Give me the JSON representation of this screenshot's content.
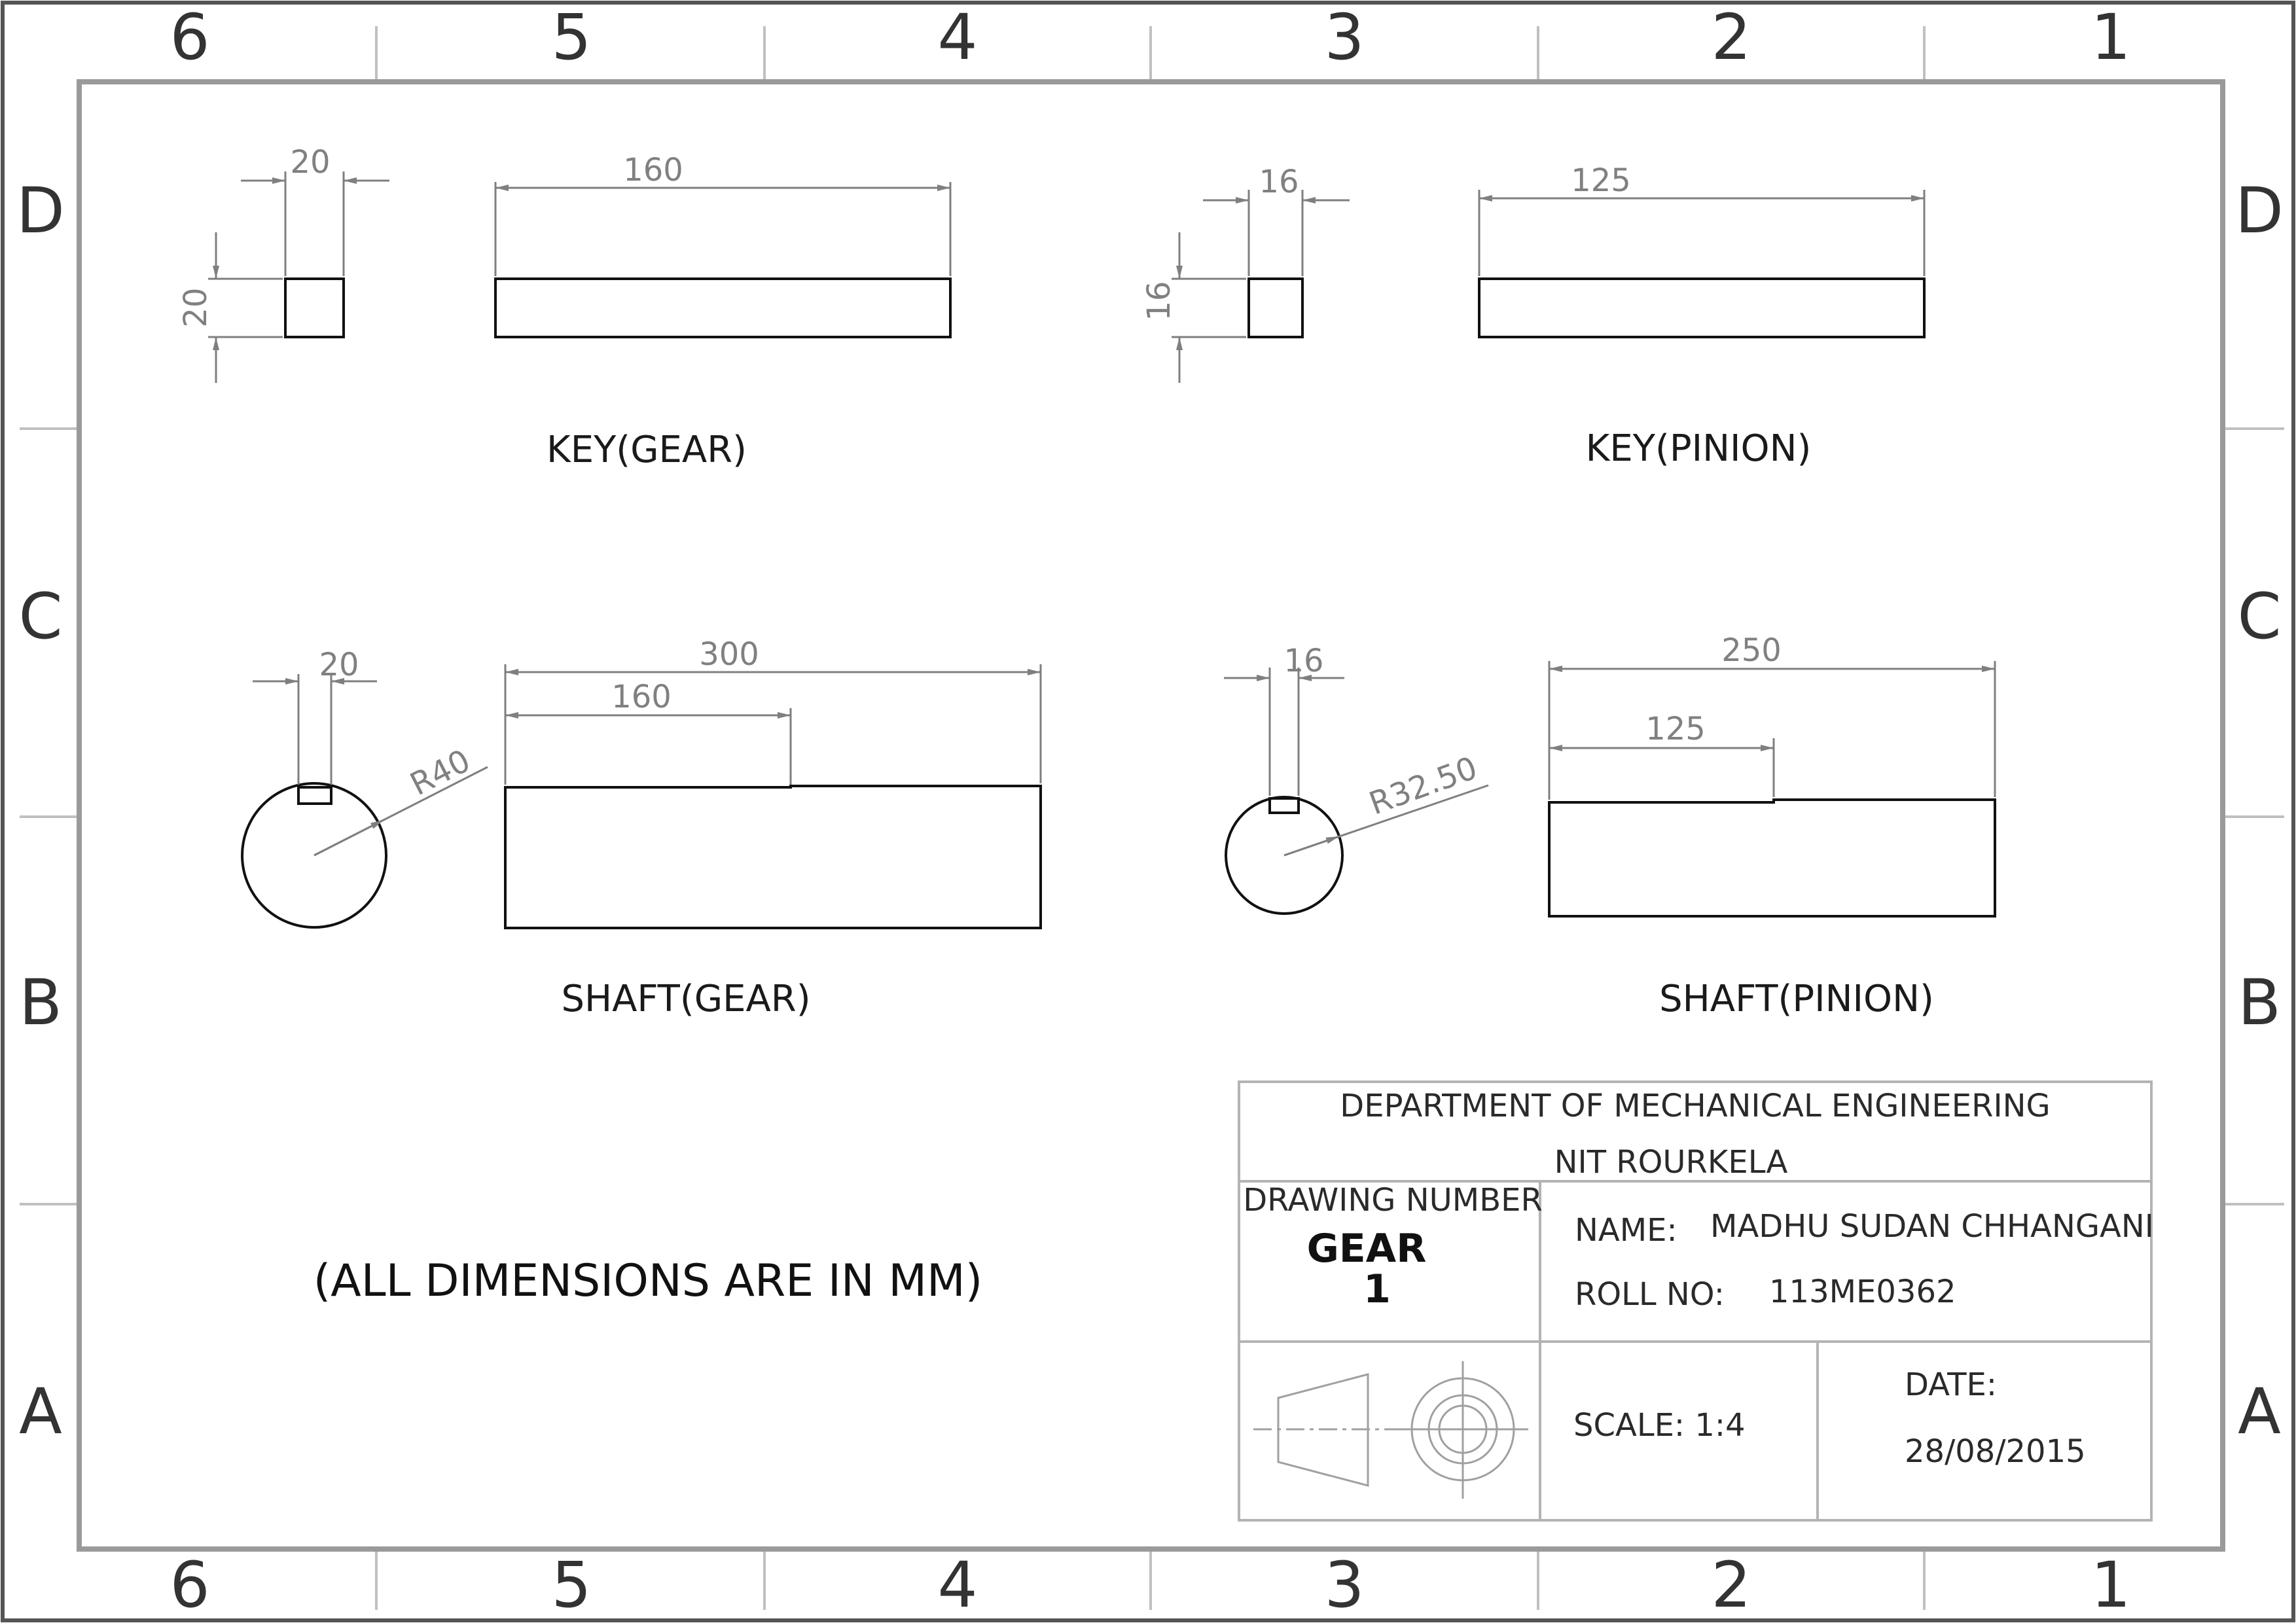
{
  "sheet": {
    "column_labels": [
      "6",
      "5",
      "4",
      "3",
      "2",
      "1"
    ],
    "row_labels": [
      "D",
      "C",
      "B",
      "A"
    ]
  },
  "views": {
    "key_gear": {
      "caption": "KEY(GEAR)",
      "width": "20",
      "height": "20",
      "length": "160"
    },
    "key_pinion": {
      "caption": "KEY(PINION)",
      "width": "16",
      "height": "16",
      "length": "125"
    },
    "shaft_gear": {
      "caption": "SHAFT(GEAR)",
      "keyway_width": "20",
      "radius": "R40",
      "length": "300",
      "keyway_length": "160"
    },
    "shaft_pinion": {
      "caption": "SHAFT(PINION)",
      "keyway_width": "16",
      "radius": "R32.50",
      "length": "250",
      "keyway_length": "125"
    }
  },
  "note": "(ALL DIMENSIONS ARE IN MM)",
  "title_block": {
    "department": "DEPARTMENT OF MECHANICAL ENGINEERING",
    "institute": "NIT ROURKELA",
    "drawing_number_label": "DRAWING NUMBER",
    "drawing_name": "GEAR",
    "drawing_index": "1",
    "name_label": "NAME:",
    "name_value": "MADHU SUDAN CHHANGANI",
    "roll_label": "ROLL NO:",
    "roll_value": "113ME0362",
    "scale_label": "SCALE: 1:4",
    "date_label": "DATE:",
    "date_value": "28/08/2015"
  },
  "colors": {
    "outline": "#111111",
    "dimension": "#7f7f7f",
    "frame": "#9a9a9a",
    "title_block_lines": "#b4b4b4"
  }
}
